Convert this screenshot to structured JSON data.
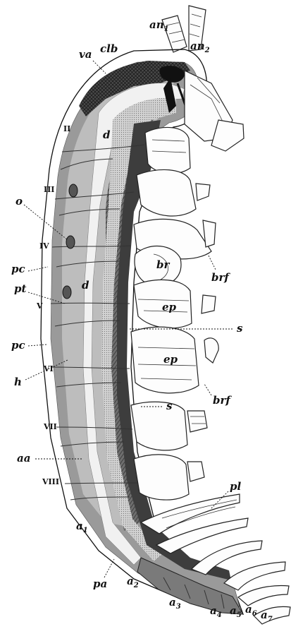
{
  "figure": {
    "labels": {
      "an1": {
        "main": "an",
        "sub": "1"
      },
      "an2": {
        "main": "an",
        "sub": "2"
      },
      "va": "va",
      "clb": "clb",
      "d_top": "d",
      "d_mid": "d",
      "o": "o",
      "pc_upper": "pc",
      "pt": "pt",
      "pc_lower": "pc",
      "h": "h",
      "br": "br",
      "brf_upper": "brf",
      "ep_upper": "ep",
      "ep_lower": "ep",
      "s_upper": "s",
      "s_lower": "s",
      "brf_lower": "brf",
      "aa": "aa",
      "pl": "pl",
      "a1": {
        "main": "a",
        "sub": "1"
      },
      "pa": "pa",
      "a2": {
        "main": "a",
        "sub": "2"
      },
      "a3": {
        "main": "a",
        "sub": "3"
      },
      "a4": {
        "main": "a",
        "sub": "4"
      },
      "a5": {
        "main": "a",
        "sub": "5"
      },
      "a6": {
        "main": "a",
        "sub": "6"
      },
      "a7": {
        "main": "a",
        "sub": "7"
      }
    },
    "segments": [
      "II",
      "III",
      "IV",
      "V",
      "VI",
      "VII",
      "VIII"
    ],
    "colors": {
      "cuticle": "#9a9a9a",
      "pericardium": "#bdbdbd",
      "heart": "#6e6e6e",
      "gut_wall": "#e8e8e8",
      "gut": "#555555",
      "ventral": "#3d3d3d",
      "ink": "#111111"
    }
  }
}
